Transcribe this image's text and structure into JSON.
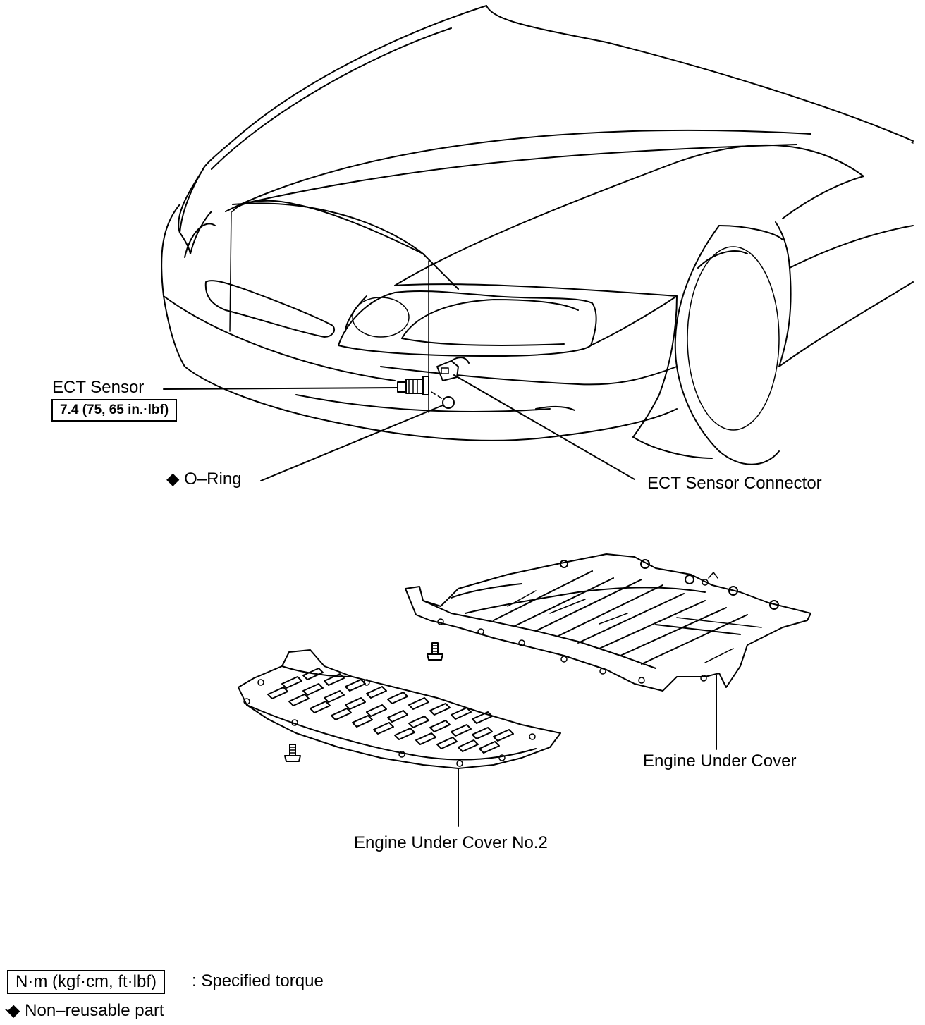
{
  "labels": {
    "ect_sensor": "ECT Sensor",
    "ect_sensor_torque": "7.4 (75, 65 in.·lbf)",
    "o_ring": "O–Ring",
    "o_ring_mark": "◆",
    "ect_sensor_connector": "ECT Sensor Connector",
    "engine_under_cover": "Engine Under Cover",
    "engine_under_cover_no2": "Engine Under Cover No.2"
  },
  "legend": {
    "torque_box": "N·m (kgf·cm, ft·lbf)",
    "torque_text": ": Specified torque",
    "nonreusable_mark": "◆",
    "nonreusable_text": "Non–reusable part"
  }
}
